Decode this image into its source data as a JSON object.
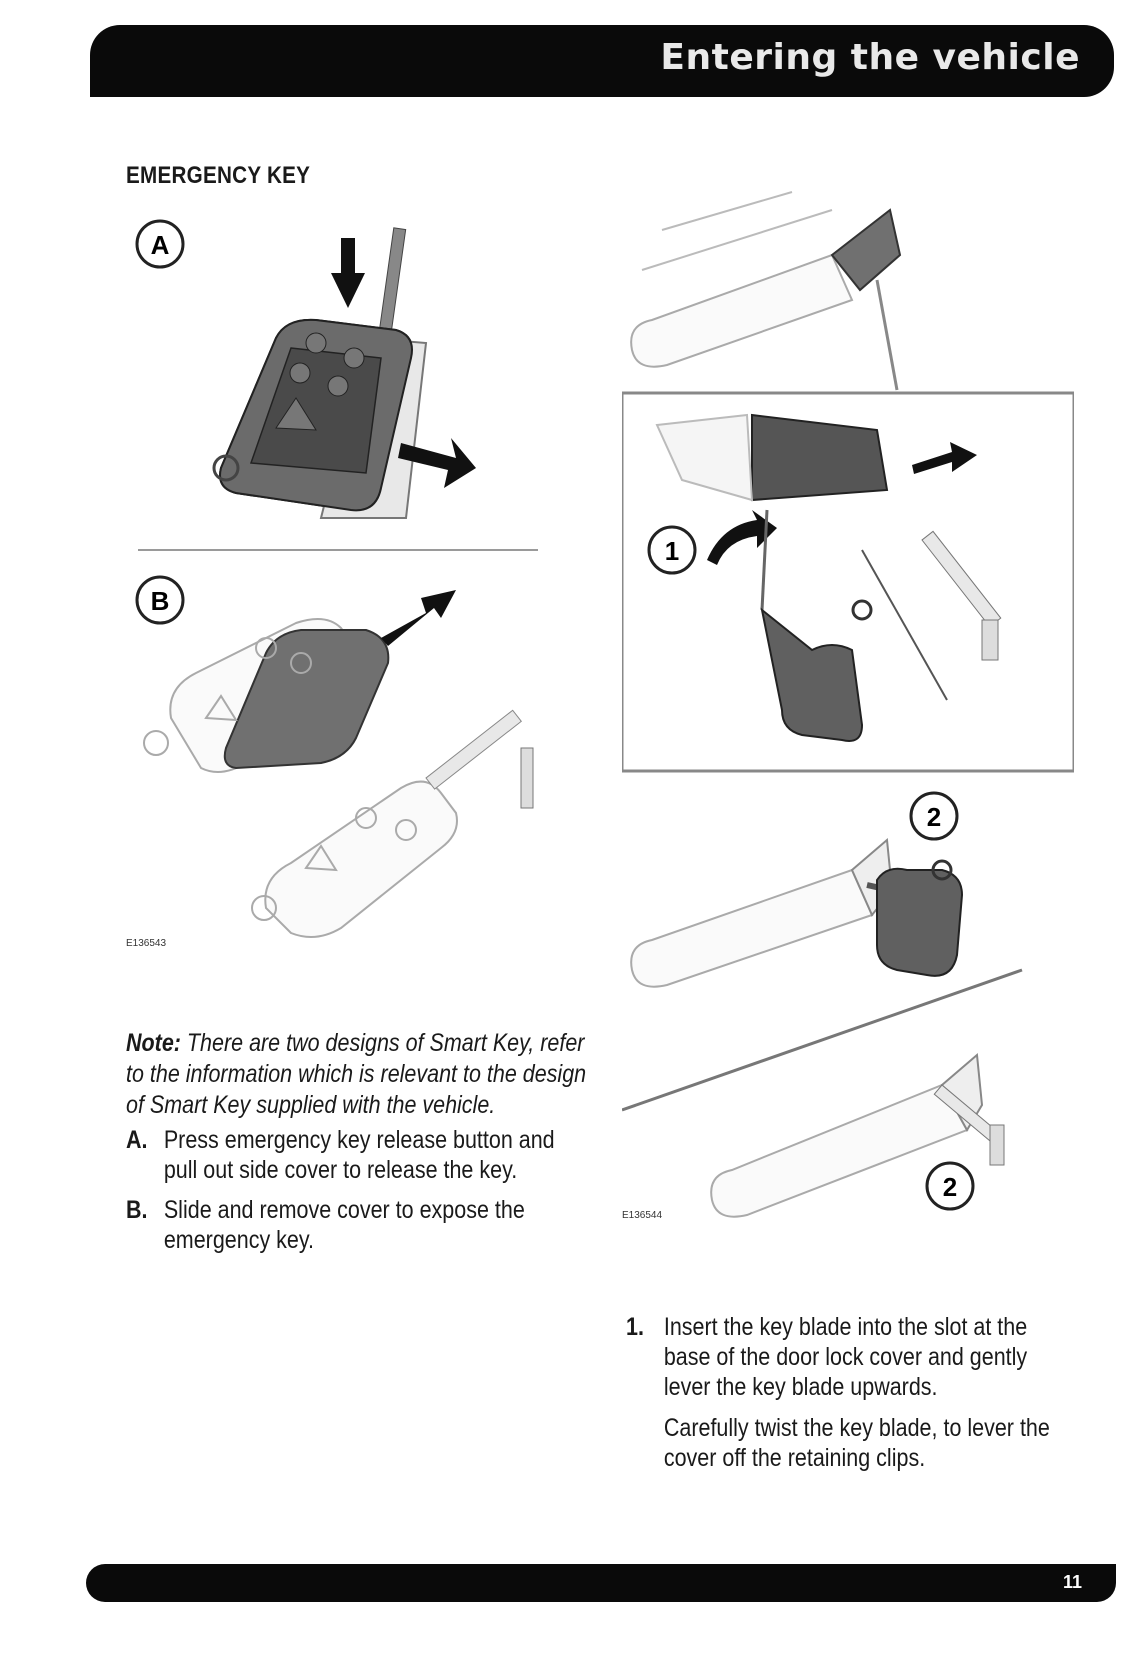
{
  "header": {
    "title": "Entering the vehicle"
  },
  "section": {
    "heading": "EMERGENCY KEY"
  },
  "figures": {
    "left": {
      "code": "E136543",
      "callouts": [
        "A",
        "B"
      ]
    },
    "right": {
      "code": "E136544",
      "callouts": [
        "1",
        "2",
        "2"
      ]
    }
  },
  "note": {
    "label": "Note:",
    "text": "There are two designs of Smart Key, refer to the information which is relevant to the design of Smart Key supplied with the vehicle."
  },
  "steps_left": [
    {
      "label": "A.",
      "text": "Press emergency key release button and pull out side cover to release the key."
    },
    {
      "label": "B.",
      "text": "Slide and remove cover to expose the emergency key."
    }
  ],
  "steps_right": [
    {
      "label": "1.",
      "text": "Insert the key blade into the slot at the base of the door lock cover and gently lever the key blade upwards."
    },
    {
      "label": "",
      "text": "Carefully twist the key blade, to lever the cover off the retaining clips."
    }
  ],
  "footer": {
    "page_number": "11"
  },
  "colors": {
    "header_bg": "#0a0a0a",
    "header_text": "#e9e9e9",
    "key_body": "#6b6b6b",
    "line": "#9a9a9a"
  }
}
